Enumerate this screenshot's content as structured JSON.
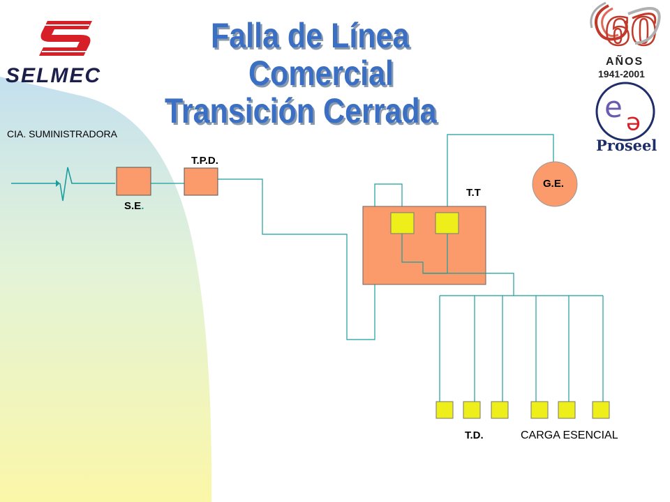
{
  "title": {
    "line1": "Falla de Línea",
    "line2": "Comercial",
    "line3": "Transición Cerrada"
  },
  "logos": {
    "left": "SELMEC",
    "anniversary_top": "AÑOS",
    "anniversary_years": "1941-2001",
    "proseel": "Proseel"
  },
  "labels": {
    "supplier": "CIA. SUMINISTRADORA",
    "se": "S.E",
    "se_dot": ".",
    "tpd": "T.P.D.",
    "tt": "T.T",
    "ge": "G.E.",
    "td": "T.D.",
    "carga": "CARGA ESENCIAL"
  },
  "colors": {
    "title": "#3a6fc4",
    "salmon": "#fb9a6b",
    "yellow": "#eeee1a",
    "line_teal": "#1b9e9e",
    "logo_red": "#d61f26",
    "logo_navy": "#1c1f4a"
  }
}
